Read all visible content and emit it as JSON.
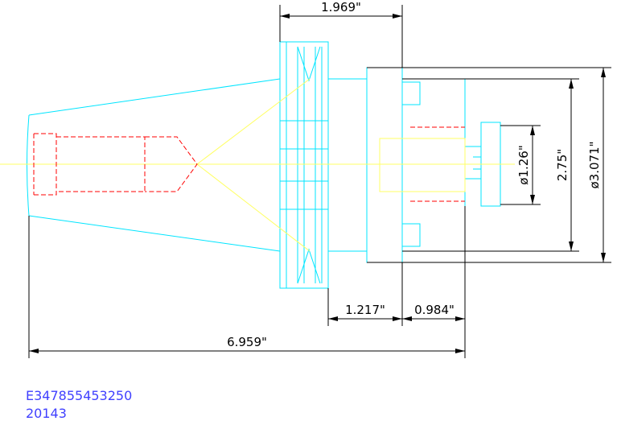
{
  "colors": {
    "body_outline": "#00e5ff",
    "center_line": "#ffff66",
    "hidden_lines": "#ff0000",
    "dimension_lines": "#000000",
    "code_text": "#4040ff"
  },
  "dimensions": {
    "flange_width": "1.969\"",
    "overall_length": "6.959\"",
    "shank_to_face": "1.217\"",
    "face_to_end": "0.984\"",
    "bore_diameter": "ø1.26\"",
    "pilot_diameter": "2.75\"",
    "flange_diameter": "ø3.071\""
  },
  "part_info": {
    "part_number": "E347855453250",
    "code": "20143"
  }
}
